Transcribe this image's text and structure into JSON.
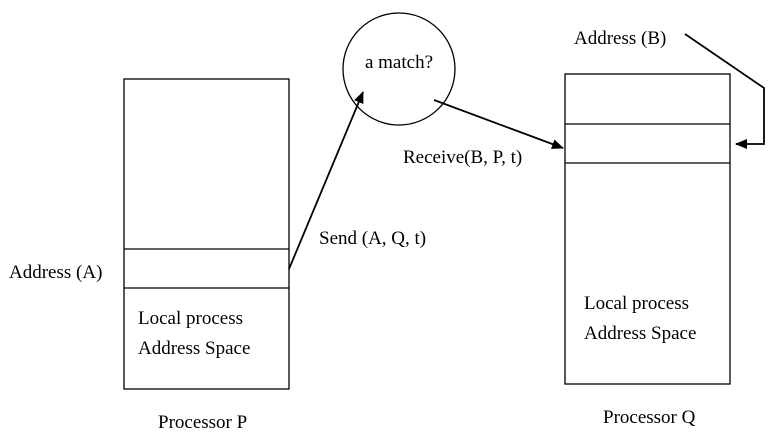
{
  "processor_p": {
    "label": "Processor P",
    "address_label": "Address (A)",
    "local_line1": "Local process",
    "local_line2": "Address Space"
  },
  "processor_q": {
    "label": "Processor Q",
    "address_label": "Address (B)",
    "local_line1": "Local process",
    "local_line2": "Address Space"
  },
  "send_label": "Send (A, Q, t)",
  "receive_label": "Receive(B, P, t)",
  "match_label": "a match?",
  "colors": {
    "ink": "#000000",
    "background": "#ffffff"
  }
}
